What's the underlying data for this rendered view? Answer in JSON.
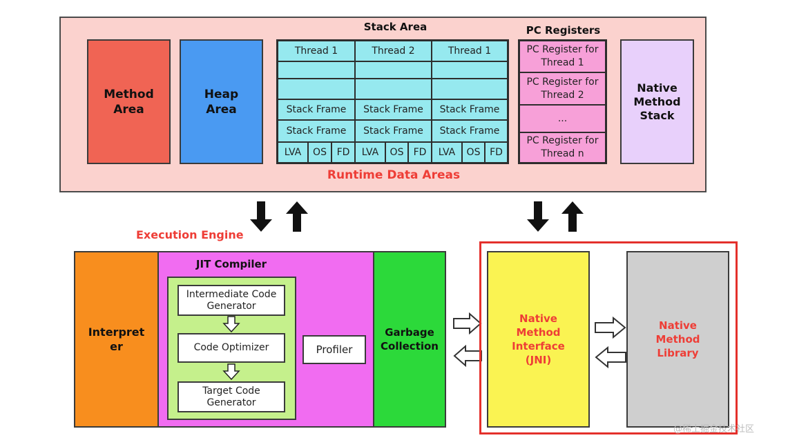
{
  "runtime": {
    "label": "Runtime Data Areas",
    "method_area": "Method Area",
    "heap_area": "Heap Area",
    "native_method_stack": "Native Method Stack",
    "stack_area": {
      "title": "Stack Area",
      "threads": [
        {
          "name": "Thread 1",
          "frames": [
            "Stack Frame",
            "Stack Frame"
          ],
          "cells": [
            "LVA",
            "OS",
            "FD"
          ]
        },
        {
          "name": "Thread 2",
          "frames": [
            "Stack Frame",
            "Stack Frame"
          ],
          "cells": [
            "LVA",
            "OS",
            "FD"
          ]
        },
        {
          "name": "Thread 1",
          "frames": [
            "Stack Frame",
            "Stack Frame"
          ],
          "cells": [
            "LVA",
            "OS",
            "FD"
          ]
        }
      ]
    },
    "pc_registers": {
      "title": "PC Registers",
      "items": [
        "PC Register for Thread 1",
        "PC Register for Thread 2",
        "...",
        "PC Register for Thread n"
      ]
    }
  },
  "execution": {
    "label": "Execution Engine",
    "interpreter": "Interpret er",
    "jit": {
      "title": "JIT Compiler",
      "intermediate": "Intermediate Code Generator",
      "optimizer": "Code Optimizer",
      "target": "Target Code Generator",
      "profiler": "Profiler"
    },
    "garbage": "Garbage Collection"
  },
  "native": {
    "interface": "Native Method Interface (JNI)",
    "library": "Native Method Library"
  },
  "watermark": "@稀土掘金技术社区",
  "colors": {
    "runtime_bg": "#fbd2ce",
    "method": "#f06454",
    "heap": "#4a9af2",
    "stack": "#96e9ef",
    "pc": "#f7a0d8",
    "native_stack": "#e8d0fb",
    "interpreter": "#f88e1e",
    "jit": "#f16cf1",
    "jit_inner": "#c5f08c",
    "garbage": "#2cd93a",
    "jni": "#faf352",
    "library": "#cfcfcf",
    "accent_red": "#ee3d36"
  }
}
